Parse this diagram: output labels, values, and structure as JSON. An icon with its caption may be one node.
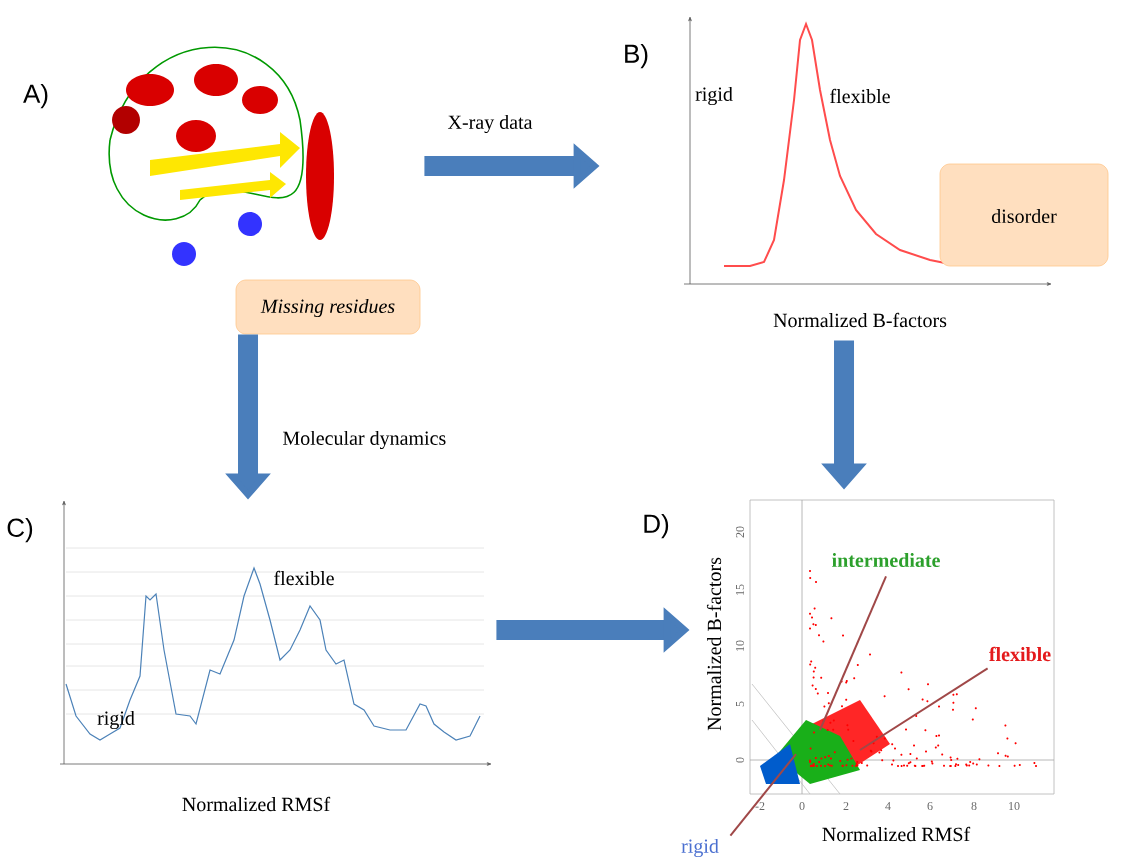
{
  "diagram": {
    "nodes": [
      {
        "text": [],
        "shape": "picture",
        "beside": [
          "A)"
        ]
      },
      {
        "text": [
          "Missing residues"
        ]
      },
      {
        "text": [
          "rigid",
          "flexible",
          "Normalized B-factors"
        ],
        "beside": [
          "B)"
        ]
      },
      {
        "text": [
          "disorder"
        ]
      },
      {
        "text": [
          "flexible",
          "rigid",
          "Normalized RMSf"
        ],
        "beside": [
          "C)"
        ]
      },
      {
        "text": [
          "Normalized B-factors",
          "Normalized RMSf"
        ],
        "beside": [
          "D)"
        ]
      },
      {
        "text": [
          "intermediate"
        ],
        "in": 5
      },
      {
        "text": [
          "flexible"
        ],
        "in": 5
      },
      {
        "text": [
          "rigid"
        ]
      }
    ],
    "edges": [
      {
        "from": 0,
        "to": 2,
        "arrow": "to",
        "label": "X-ray data"
      },
      {
        "from": 1,
        "to": 4,
        "arrow": "to",
        "label": "Molecular dynamics"
      },
      {
        "from": 2,
        "to": 5,
        "arrow": "to"
      },
      {
        "from": 4,
        "to": 5,
        "arrow": "to"
      },
      {
        "from": 6,
        "to": null,
        "arrow": "none",
        "color": "#a04848"
      },
      {
        "from": 7,
        "to": null,
        "arrow": "none",
        "color": "#a04848"
      },
      {
        "from": 8,
        "to": 5,
        "arrow": "none",
        "color": "#a04848"
      }
    ],
    "labels": [
      "20",
      "15",
      "10",
      "5",
      "0",
      "-2",
      "0",
      "2",
      "4",
      "6",
      "8",
      "10"
    ]
  }
}
